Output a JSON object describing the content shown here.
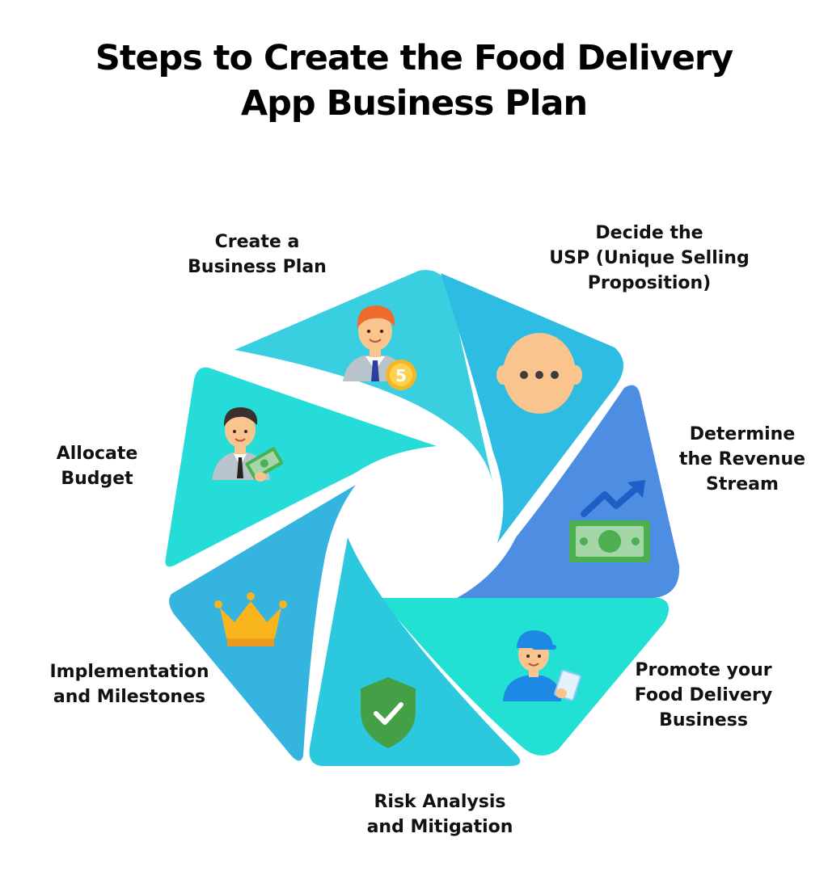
{
  "title": {
    "line1": "Steps to Create the Food Delivery",
    "line2": "App Business Plan"
  },
  "steps": [
    {
      "lines": [
        "Create a",
        "Business Plan"
      ],
      "icon": "businessman-with-coin-icon",
      "color": "#39cfe0"
    },
    {
      "lines": [
        "Decide the",
        "USP (Unique Selling",
        "Proposition)"
      ],
      "icon": "thinking-face-icon",
      "color": "#2fbce2"
    },
    {
      "lines": [
        "Determine",
        "the Revenue",
        "Stream"
      ],
      "icon": "money-trend-icon",
      "color": "#4d8de2"
    },
    {
      "lines": [
        "Promote your",
        "Food Delivery",
        "Business"
      ],
      "icon": "delivery-person-icon",
      "color": "#22e0d4"
    },
    {
      "lines": [
        "Risk Analysis",
        "and Mitigation"
      ],
      "icon": "shield-check-icon",
      "color": "#2cc8de"
    },
    {
      "lines": [
        "Implementation",
        "and Milestones"
      ],
      "icon": "crown-icon",
      "color": "#36b4e0"
    },
    {
      "lines": [
        "Allocate",
        "Budget"
      ],
      "icon": "businessman-with-cash-icon",
      "color": "#25dcd8"
    }
  ],
  "colors": {
    "skin": "#f9c48d",
    "hair_orange": "#ef6b2e",
    "hair_dark": "#3a3030",
    "suit_grey": "#b8c3cc",
    "tie_blue": "#2b3f9e",
    "coin_yellow": "#f6b624",
    "money_green": "#4caf50",
    "money_light": "#a5d6a7",
    "arrow_blue": "#1e5fc7",
    "crown_gold": "#f9b51e",
    "shield_green": "#43a047",
    "cap_blue": "#1e88e5"
  }
}
